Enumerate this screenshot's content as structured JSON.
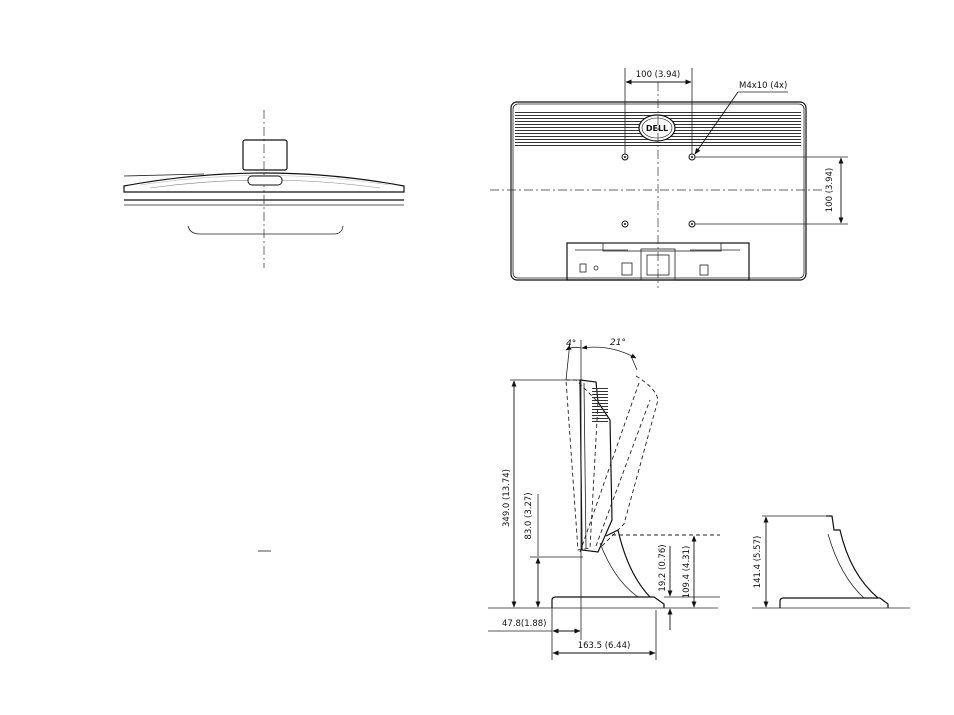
{
  "logo": "DELL",
  "dimensions": {
    "vesa_width": "100 (3.94)",
    "vesa_height": "100 (3.94)",
    "screw": "M4x10 (4x)",
    "tilt_forward": "4°",
    "tilt_back": "21°",
    "overall_height": "349.0 (13.74)",
    "panel_bottom": "83.0 (3.27)",
    "stand_offset": "19.2 (0.76)",
    "stand_height": "109.4 (4.31)",
    "front_depth": "47.8(1.88)",
    "base_depth": "163.5 (6.44)",
    "min_height": "141.4 (5.57)"
  }
}
